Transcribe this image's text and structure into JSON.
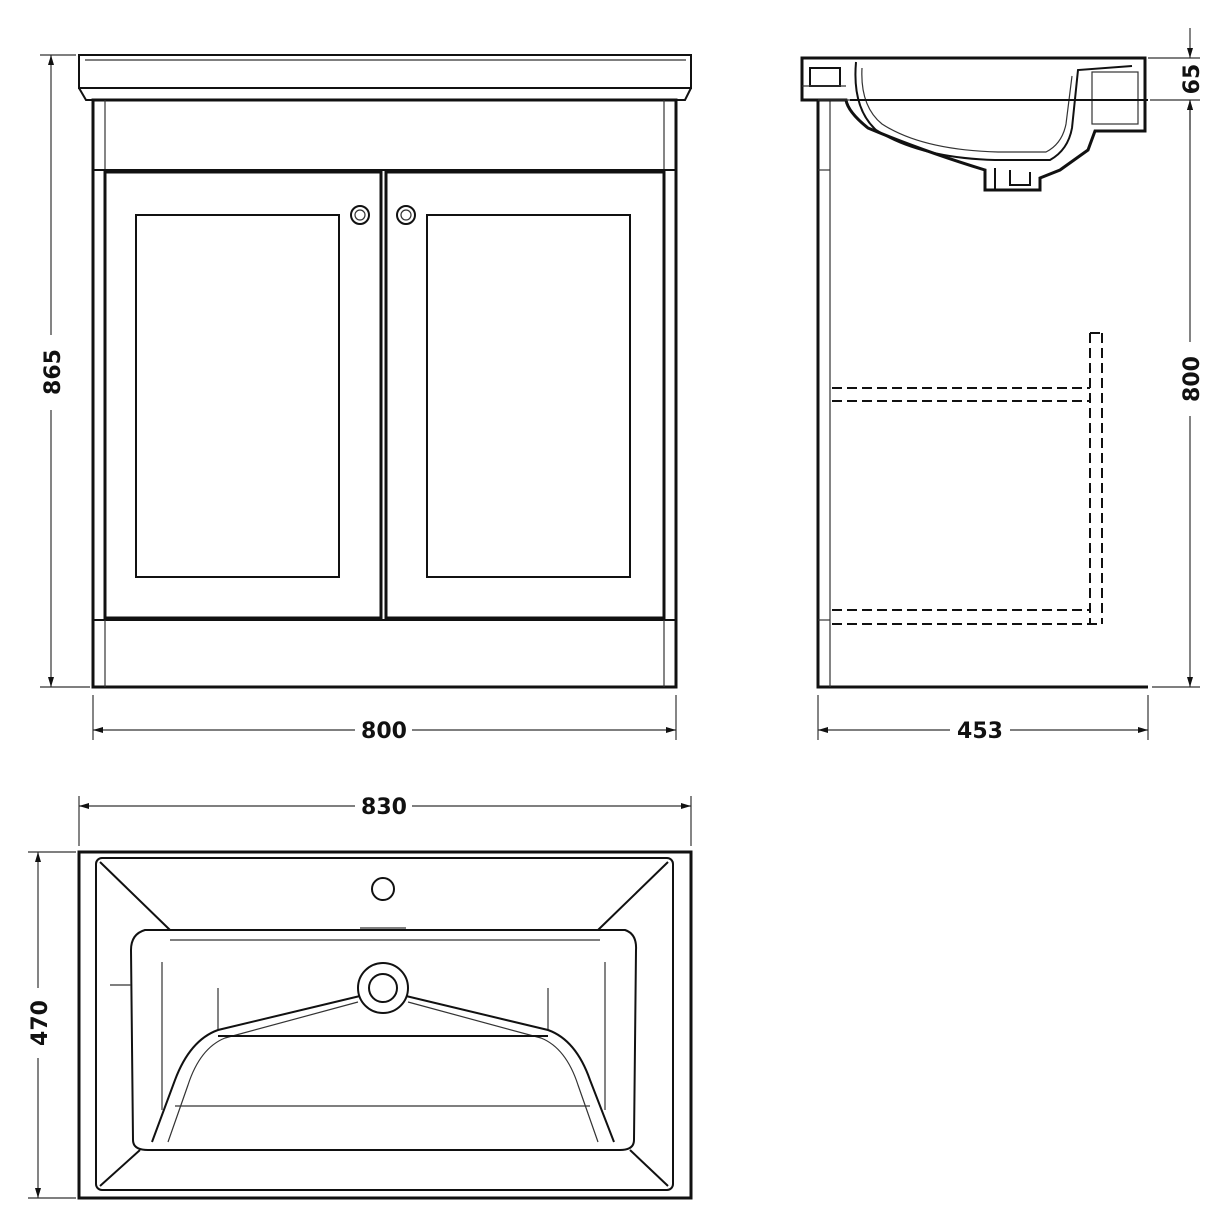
{
  "dimensions": {
    "front_height": "865",
    "front_width": "800",
    "side_height": "800",
    "side_depth": "453",
    "basin_rim": "65",
    "basin_width": "830",
    "basin_depth": "470"
  }
}
